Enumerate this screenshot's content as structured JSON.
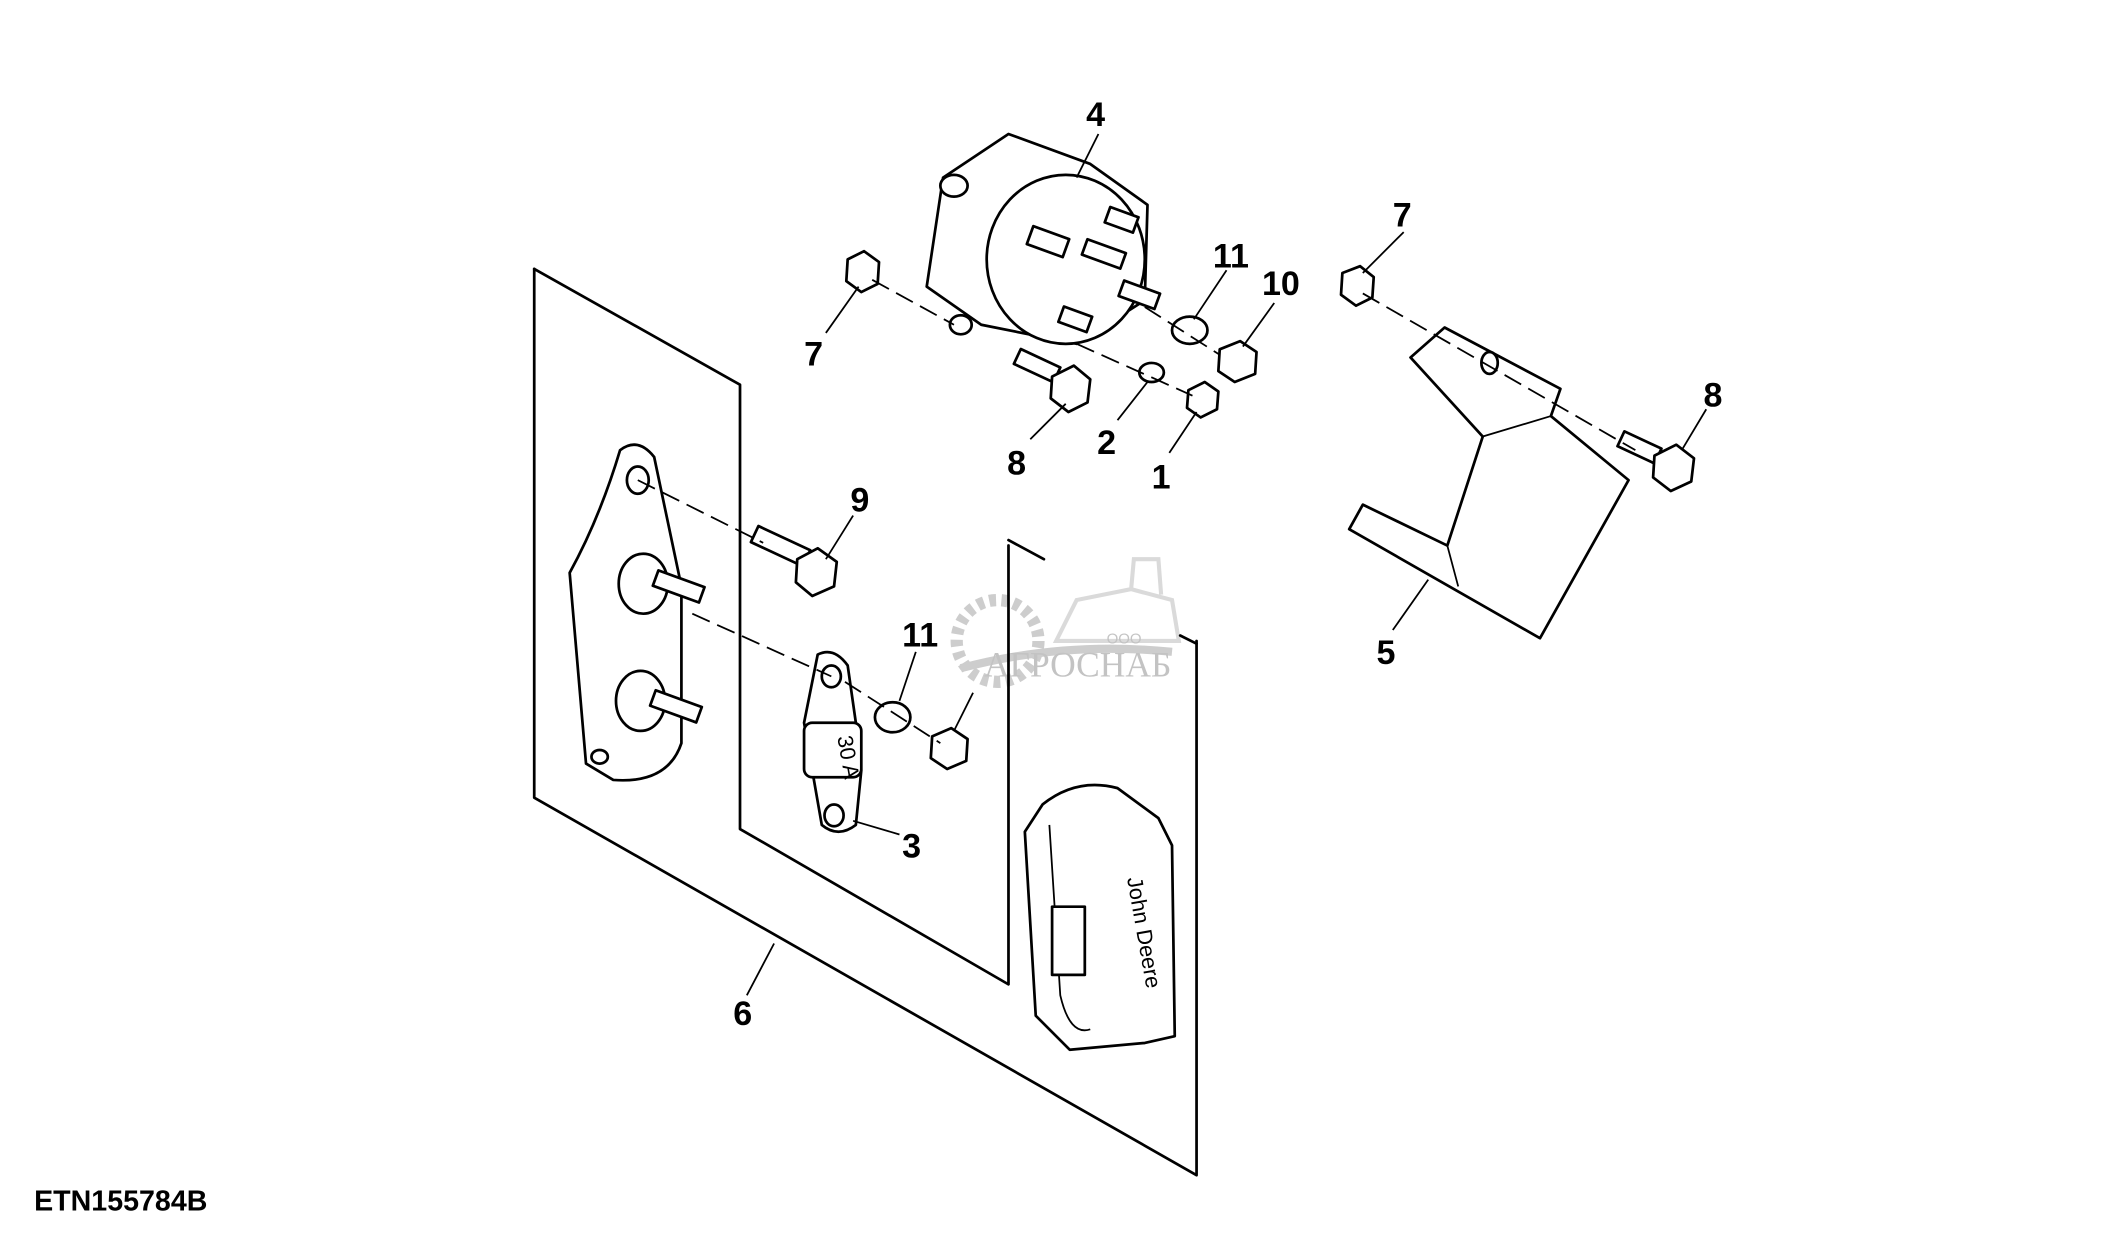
{
  "figure_id": "ETN155784B",
  "callouts": [
    {
      "id": "c4",
      "label": "4"
    },
    {
      "id": "c7a",
      "label": "7"
    },
    {
      "id": "c11a",
      "label": "11"
    },
    {
      "id": "c10",
      "label": "10"
    },
    {
      "id": "c7b",
      "label": "7"
    },
    {
      "id": "c8a",
      "label": "8"
    },
    {
      "id": "c8b",
      "label": "8"
    },
    {
      "id": "c2",
      "label": "2"
    },
    {
      "id": "c1",
      "label": "1"
    },
    {
      "id": "c9",
      "label": "9"
    },
    {
      "id": "c11b",
      "label": "11"
    },
    {
      "id": "c5",
      "label": "5"
    },
    {
      "id": "c3",
      "label": "3"
    },
    {
      "id": "c6",
      "label": "6"
    }
  ],
  "part_markings": {
    "fuse_box_brand": "John Deere",
    "fuse_rating": "30 A"
  },
  "watermark": {
    "company": "АГРОСНАБ",
    "prefix": "ООО"
  },
  "colors": {
    "line": "#000000",
    "watermark": "#bdbdbd",
    "background": "#ffffff"
  }
}
